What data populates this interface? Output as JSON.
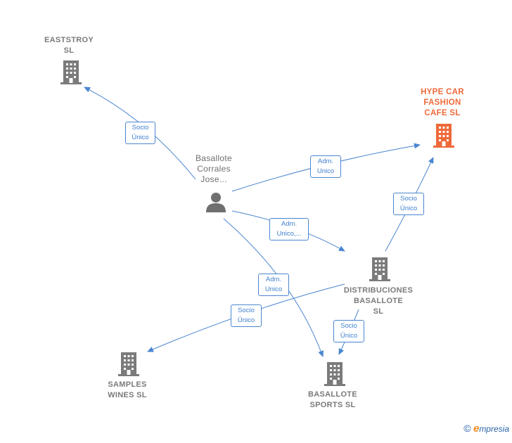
{
  "nodes": {
    "eaststroy": {
      "line1": "EASTSTROY",
      "line2": "SL"
    },
    "hype": {
      "line1": "HYPE CAR",
      "line2": "FASHION",
      "line3": "CAFE  SL"
    },
    "person": {
      "line1": "Basallote",
      "line2": "Corrales",
      "line3": "Jose..."
    },
    "distribuciones": {
      "line1": "DISTRIBUCIONES",
      "line2": "BASALLOTE",
      "line3": "SL"
    },
    "samples": {
      "line1": "SAMPLES",
      "line2": "WINES  SL"
    },
    "sports": {
      "line1": "BASALLOTE",
      "line2": "SPORTS  SL"
    }
  },
  "edges": {
    "person_eaststroy": {
      "line1": "Socio",
      "line2": "Único"
    },
    "person_hype": {
      "line1": "Adm.",
      "line2": "Unico"
    },
    "person_distribuciones": {
      "line1": "Adm.",
      "line2": "Unico,..."
    },
    "person_sports": {
      "line1": "Adm.",
      "line2": "Unico"
    },
    "distribuciones_hype": {
      "line1": "Socio",
      "line2": "Único"
    },
    "distribuciones_samples": {
      "line1": "Socio",
      "line2": "Único"
    },
    "distribuciones_sports": {
      "line1": "Socio",
      "line2": "Único"
    }
  },
  "colors": {
    "edge": "#4a86d0",
    "building": "#7b7b7b",
    "building_main": "#ee6a3a",
    "person": "#6f6f6f"
  },
  "watermark": {
    "copyright": "©",
    "brand_e": "e",
    "brand_rest": "mpresia"
  }
}
